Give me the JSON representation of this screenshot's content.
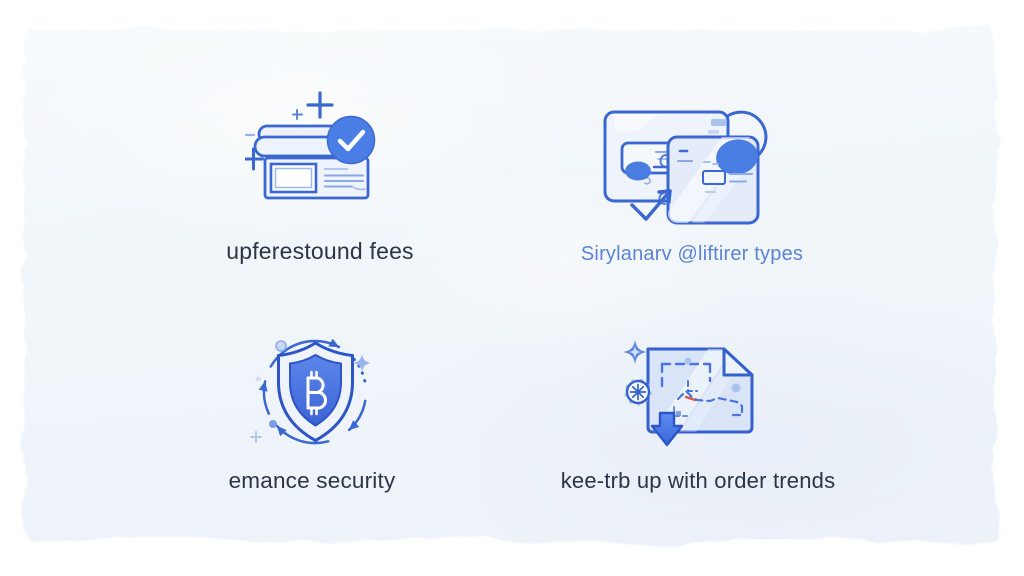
{
  "canvas": {
    "background": "#ffffff",
    "panel_color": "#f1f6fa"
  },
  "palette": {
    "line_blue": "#3b67d2",
    "deep_blue": "#2e55c8",
    "fill_blue": "#4a7de2",
    "light_blue_fill": "#e8effb",
    "soft_blue": "#8aa8e6",
    "red_accent": "#d4554a",
    "caption_dark": "#2c3446",
    "caption_blue": "#5b83d8"
  },
  "features": [
    {
      "id": "fees",
      "icon": "invoice-approved",
      "label": "upferestound fees",
      "label_color": "#2c3446"
    },
    {
      "id": "order-types",
      "icon": "payment-cards-sync",
      "label": "Sirylanarv @liftirer types",
      "label_color": "#5b83d8"
    },
    {
      "id": "security",
      "icon": "bitcoin-shield",
      "label": "emance security",
      "label_color": "#2c3446"
    },
    {
      "id": "trends",
      "icon": "market-map-download",
      "label": "kee-trb up with order trends",
      "label_color": "#2c3446"
    }
  ]
}
